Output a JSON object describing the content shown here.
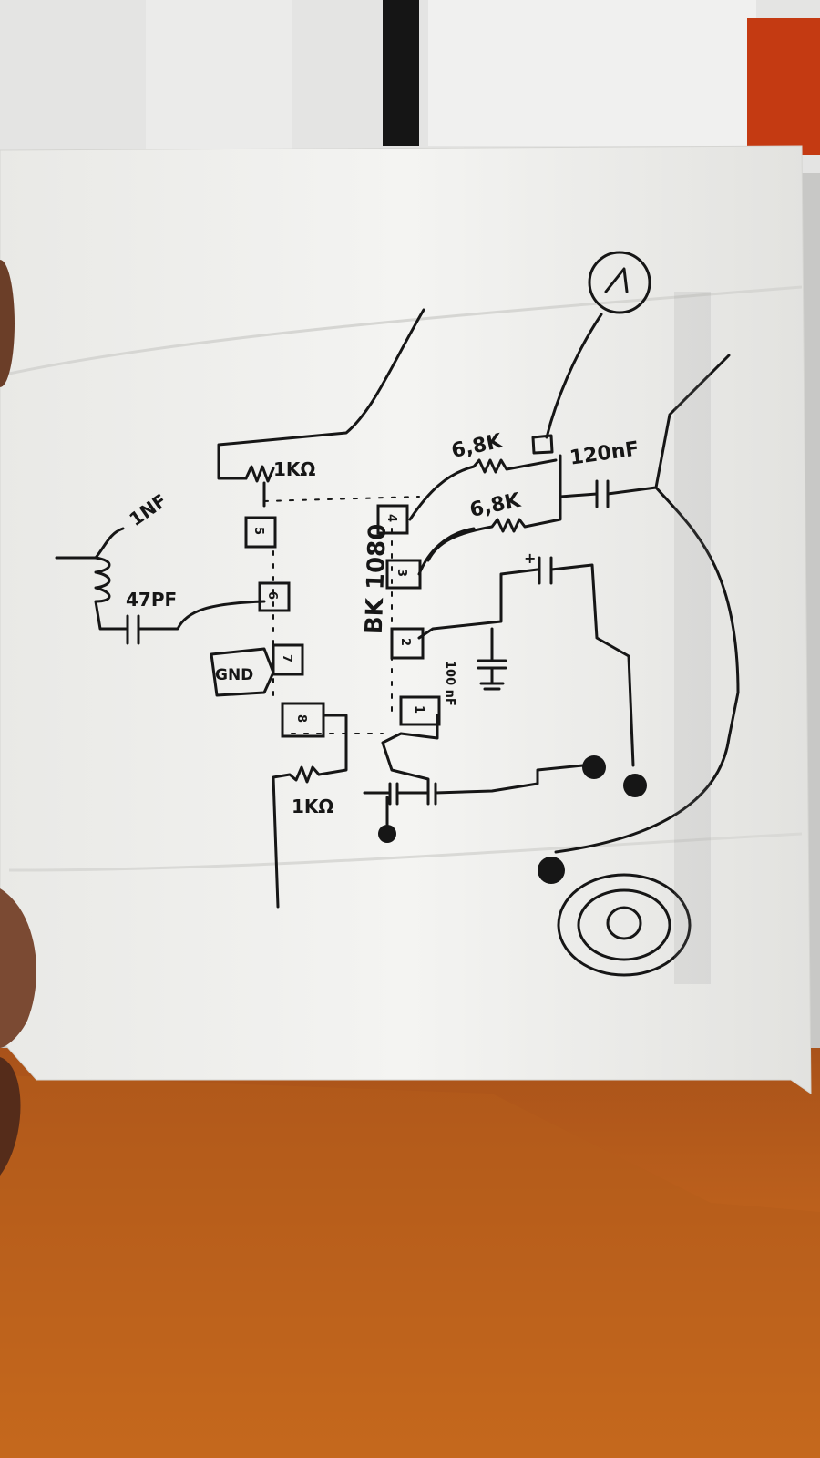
{
  "schematic": {
    "chip_label": "BK 1080",
    "pins": {
      "p1": "1",
      "p2": "2",
      "p3": "3",
      "p4": "4",
      "p5": "5",
      "p6": "6",
      "p7": "7",
      "p8": "8"
    },
    "gnd_label": "GND",
    "components": {
      "cap_1nf": "1NF",
      "cap_47pf": "47PF",
      "res_1k_top": "1KΩ",
      "res_6_8k_a": "6,8K",
      "res_6_8k_b": "6,8K",
      "cap_120nf": "120nF",
      "cap_100nf": "100 nF",
      "res_1k_bottom": "1KΩ",
      "battery_marker": "+"
    }
  },
  "colors": {
    "ink": "#161616",
    "paper": "#f2f2ef",
    "table": "#c8641c",
    "wall": "#e6e6e6"
  }
}
